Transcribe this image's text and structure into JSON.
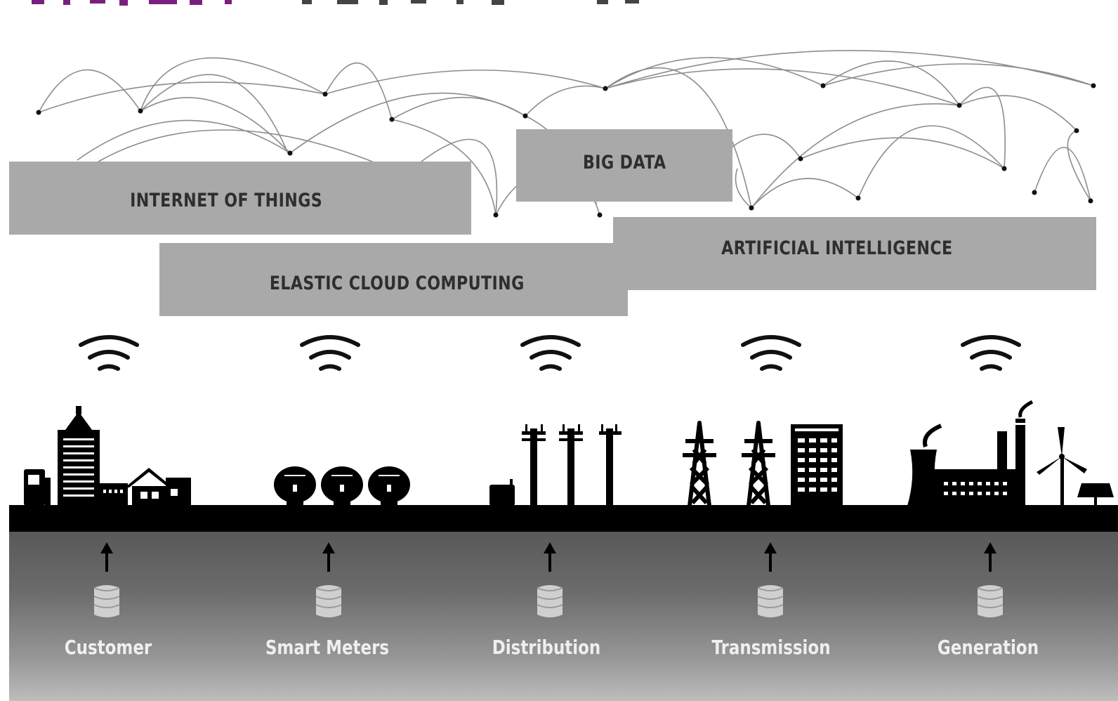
{
  "bars": {
    "internet_of_things": "INTERNET OF THINGS",
    "big_data": "BIG DATA",
    "elastic_cloud_computing": "ELASTIC CLOUD COMPUTING",
    "artificial_intelligence": "ARTIFICIAL INTELLIGENCE"
  },
  "categories": [
    {
      "label": "Customer",
      "icon": "customer-buildings-icon"
    },
    {
      "label": "Smart Meters",
      "icon": "smart-meters-icon"
    },
    {
      "label": "Distribution",
      "icon": "distribution-poles-icon"
    },
    {
      "label": "Transmission",
      "icon": "transmission-towers-icon"
    },
    {
      "label": "Generation",
      "icon": "power-plant-icon"
    }
  ],
  "colors": {
    "title_purple": "#7b1f7f",
    "bar_gray": "#a9a9a9",
    "bar_text": "#2e2e2e",
    "ground_black": "#000000",
    "category_text": "#efefef"
  }
}
